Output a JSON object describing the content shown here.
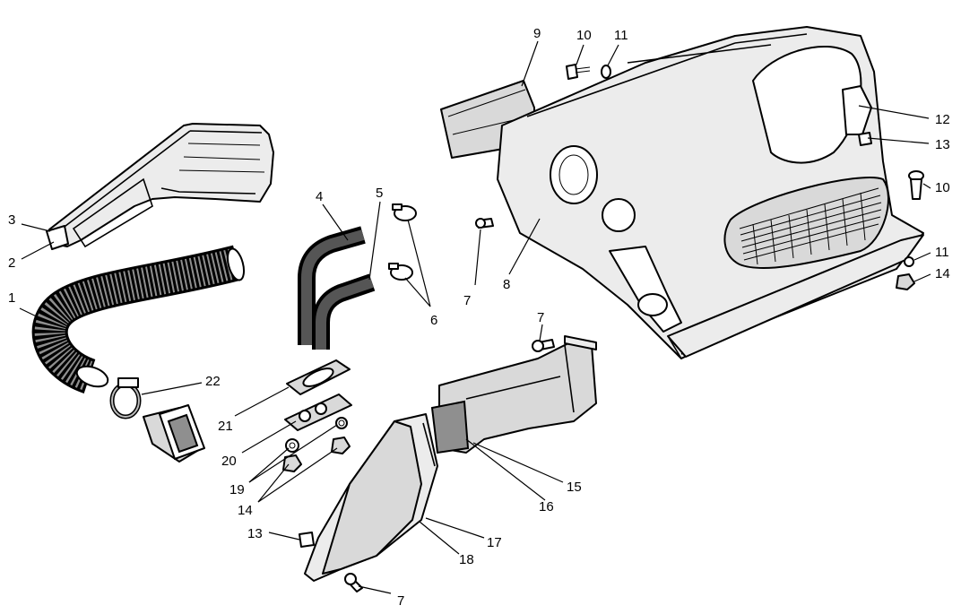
{
  "callouts": {
    "c1": "1",
    "c2": "2",
    "c3": "3",
    "c4": "4",
    "c5": "5",
    "c6": "6",
    "c7a": "7",
    "c7b": "7",
    "c7c": "7",
    "c8": "8",
    "c9": "9",
    "c10a": "10",
    "c10b": "10",
    "c11a": "11",
    "c11b": "11",
    "c12": "12",
    "c13a": "13",
    "c13b": "13",
    "c14a": "14",
    "c14b": "14",
    "c15": "15",
    "c16": "16",
    "c17": "17",
    "c18": "18",
    "c19": "19",
    "c20": "20",
    "c21": "21",
    "c22": "22"
  },
  "colors": {
    "line": "#000000",
    "shade": "#d9d9d9",
    "hose": "#8f8f8f"
  }
}
